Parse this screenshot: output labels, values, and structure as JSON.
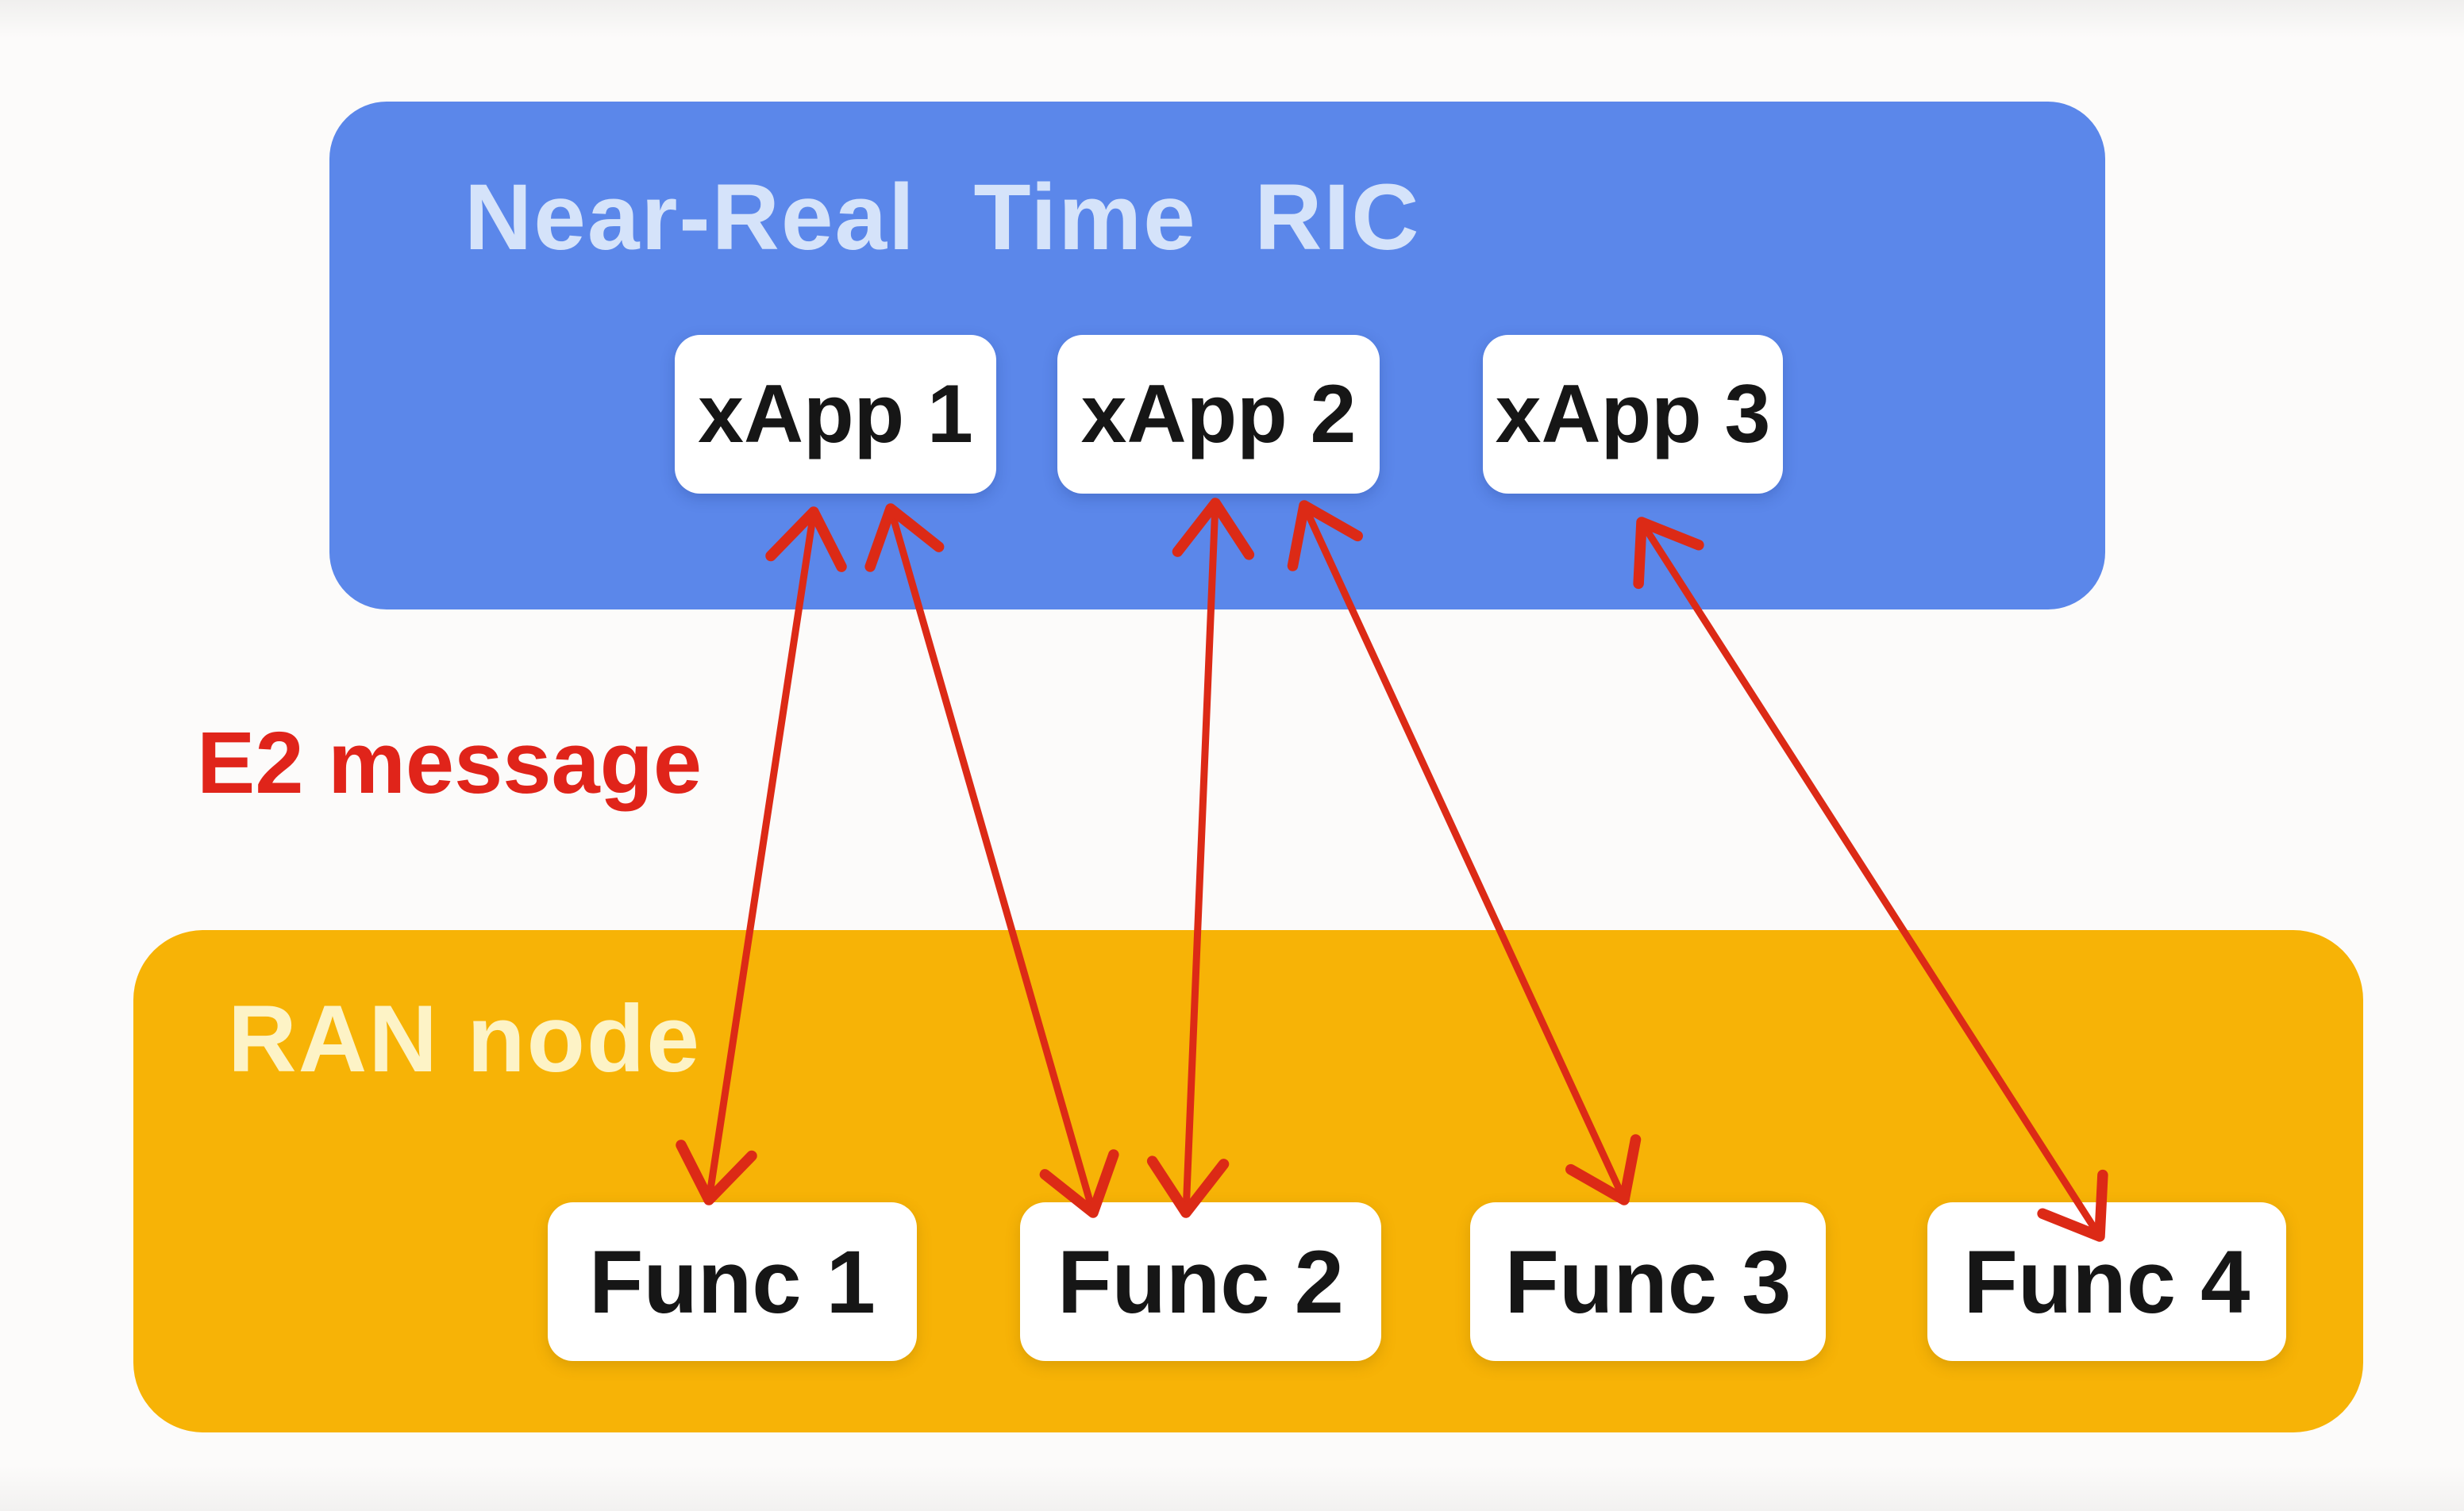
{
  "ric": {
    "title": "Near-Real Time RIC",
    "apps": [
      {
        "label": "xApp 1"
      },
      {
        "label": "xApp 2"
      },
      {
        "label": "xApp 3"
      }
    ]
  },
  "ran": {
    "title": "RAN node",
    "funcs": [
      {
        "label": "Func 1"
      },
      {
        "label": "Func 2"
      },
      {
        "label": "Func 3"
      },
      {
        "label": "Func 4"
      }
    ]
  },
  "e2_label": "E2 message",
  "connections": [
    {
      "from": "xApp 1",
      "to": "Func 1",
      "bidirectional": true,
      "label": "E2 message"
    },
    {
      "from": "xApp 1",
      "to": "Func 2",
      "bidirectional": true,
      "label": "E2 message"
    },
    {
      "from": "xApp 2",
      "to": "Func 2",
      "bidirectional": true,
      "label": "E2 message"
    },
    {
      "from": "xApp 2",
      "to": "Func 3",
      "bidirectional": true,
      "label": "E2 message"
    },
    {
      "from": "xApp 3",
      "to": "Func 4",
      "bidirectional": true,
      "label": "E2 message"
    }
  ],
  "colors": {
    "ric_fill": "#5b87ea",
    "ric_text": "#d5e3fa",
    "ran_fill": "#f7b306",
    "ran_text": "#fdf3c6",
    "chip_fill": "#ffffff",
    "chip_text": "#161616",
    "arrow": "#dc2a16",
    "e2_text": "#e0241a"
  }
}
